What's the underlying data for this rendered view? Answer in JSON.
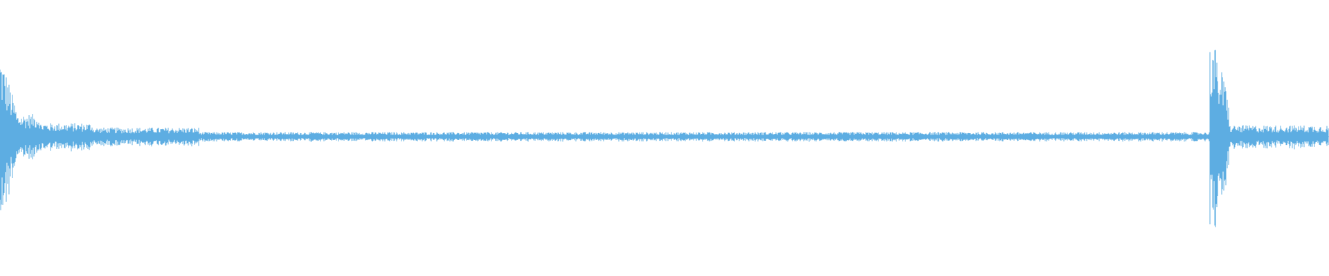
{
  "waveform": {
    "color": "#5DADE2",
    "background": "#FFFFFF",
    "samples": 1920,
    "normalized_peaks": [
      {
        "start": 0.0,
        "end": 0.012,
        "amplitude": 0.76
      },
      {
        "start": 0.012,
        "end": 0.03,
        "amplitude": 0.2
      },
      {
        "start": 0.03,
        "end": 0.07,
        "amplitude": 0.12
      },
      {
        "start": 0.07,
        "end": 0.15,
        "amplitude": 0.08
      },
      {
        "start": 0.15,
        "end": 0.91,
        "amplitude": 0.04
      },
      {
        "start": 0.91,
        "end": 0.925,
        "amplitude": 0.97
      },
      {
        "start": 0.925,
        "end": 1.0,
        "amplitude": 0.1
      }
    ]
  }
}
